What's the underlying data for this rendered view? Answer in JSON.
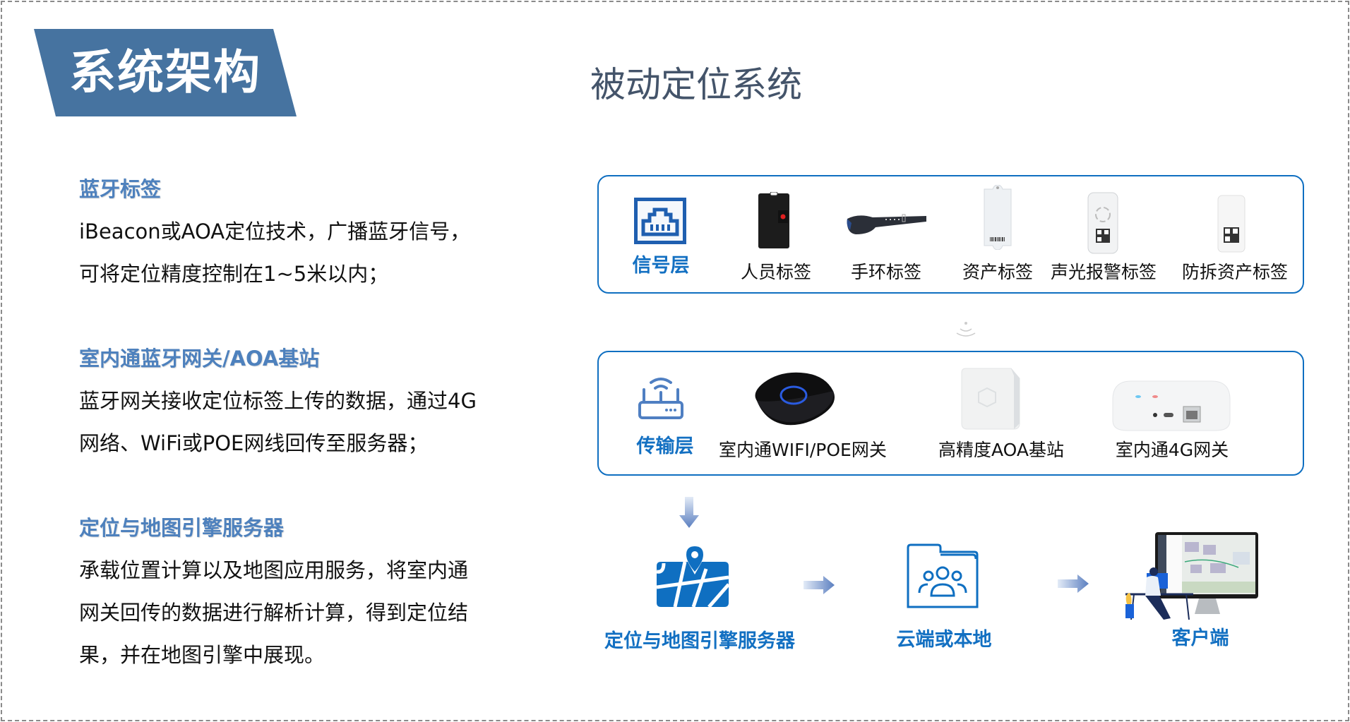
{
  "header": {
    "banner_title": "系统架构",
    "main_title": "被动定位系统"
  },
  "colors": {
    "banner": "#4673a0",
    "accent_blue": "#1370c2",
    "section_heading": "#4e81bd",
    "title_gray": "#44546a"
  },
  "sections": [
    {
      "heading": "蓝牙标签",
      "lines": [
        "iBeacon或AOA定位技术，广播蓝牙信号，",
        "可将定位精度控制在1~5米以内；"
      ]
    },
    {
      "heading": "室内通蓝牙网关/AOA基站",
      "lines": [
        "蓝牙网关接收定位标签上传的数据，通过4G",
        "网络、WiFi或POE网线回传至服务器；"
      ]
    },
    {
      "heading": "定位与地图引擎服务器",
      "lines": [
        "承载位置计算以及地图应用服务，将室内通",
        "网关回传的数据进行解析计算，得到定位结",
        "果，并在地图引擎中展现。"
      ]
    }
  ],
  "signal_layer": {
    "label": "信号层",
    "icon": "ethernet-port-icon",
    "items": [
      {
        "label": "人员标签",
        "icon": "badge-tag-icon"
      },
      {
        "label": "手环标签",
        "icon": "wristband-icon"
      },
      {
        "label": "资产标签",
        "icon": "asset-tag-icon"
      },
      {
        "label": "声光报警标签",
        "icon": "alarm-tag-icon"
      },
      {
        "label": "防拆资产标签",
        "icon": "tamper-tag-icon"
      }
    ]
  },
  "transport_layer": {
    "label": "传输层",
    "icon": "router-icon",
    "items": [
      {
        "label": "室内通WIFI/POE网关",
        "icon": "wifi-gateway-icon"
      },
      {
        "label": "高精度AOA基站",
        "icon": "aoa-station-icon"
      },
      {
        "label": "室内通4G网关",
        "icon": "4g-gateway-icon"
      }
    ]
  },
  "flow": {
    "server_label": "定位与地图引擎服务器",
    "cloud_label": "云端或本地",
    "client_label": "客户端"
  }
}
